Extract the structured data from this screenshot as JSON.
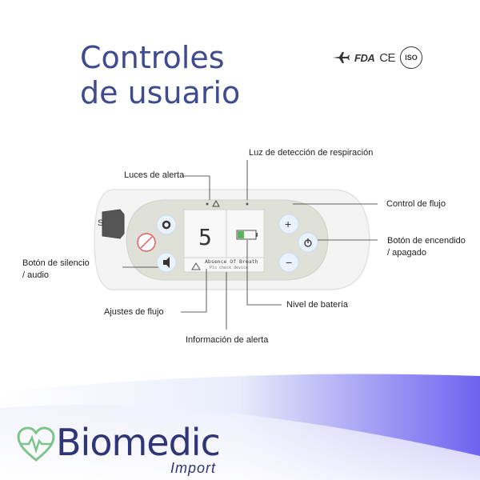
{
  "title": {
    "line1": "Controles",
    "line2": "de usuario"
  },
  "certifications": {
    "fda": "FDA",
    "ce": "CE",
    "iso": "ISO"
  },
  "callouts": {
    "luz_respiracion": "Luz de detección de respiración",
    "luces_alerta": "Luces de alerta",
    "control_flujo": "Control de flujo",
    "boton_encendido": [
      "Botón de encendido",
      "/ apagado"
    ],
    "boton_silencio": [
      "Botón de silencio",
      "/ audio"
    ],
    "ajustes_flujo": "Ajustes de flujo",
    "nivel_bateria": "Nivel de batería",
    "info_alerta": "Información de alerta"
  },
  "device_screen": {
    "flow_setting": "5",
    "alert_message": "Absence Of Breath",
    "alert_sub": "Pls check device"
  },
  "brand": {
    "name": "Biomedic",
    "sub": "Import"
  },
  "colors": {
    "title": "#3f4b8f",
    "brand": "#2f3577",
    "accent_green": "#5bb25a",
    "footer_purple": "#6c5ce7"
  }
}
